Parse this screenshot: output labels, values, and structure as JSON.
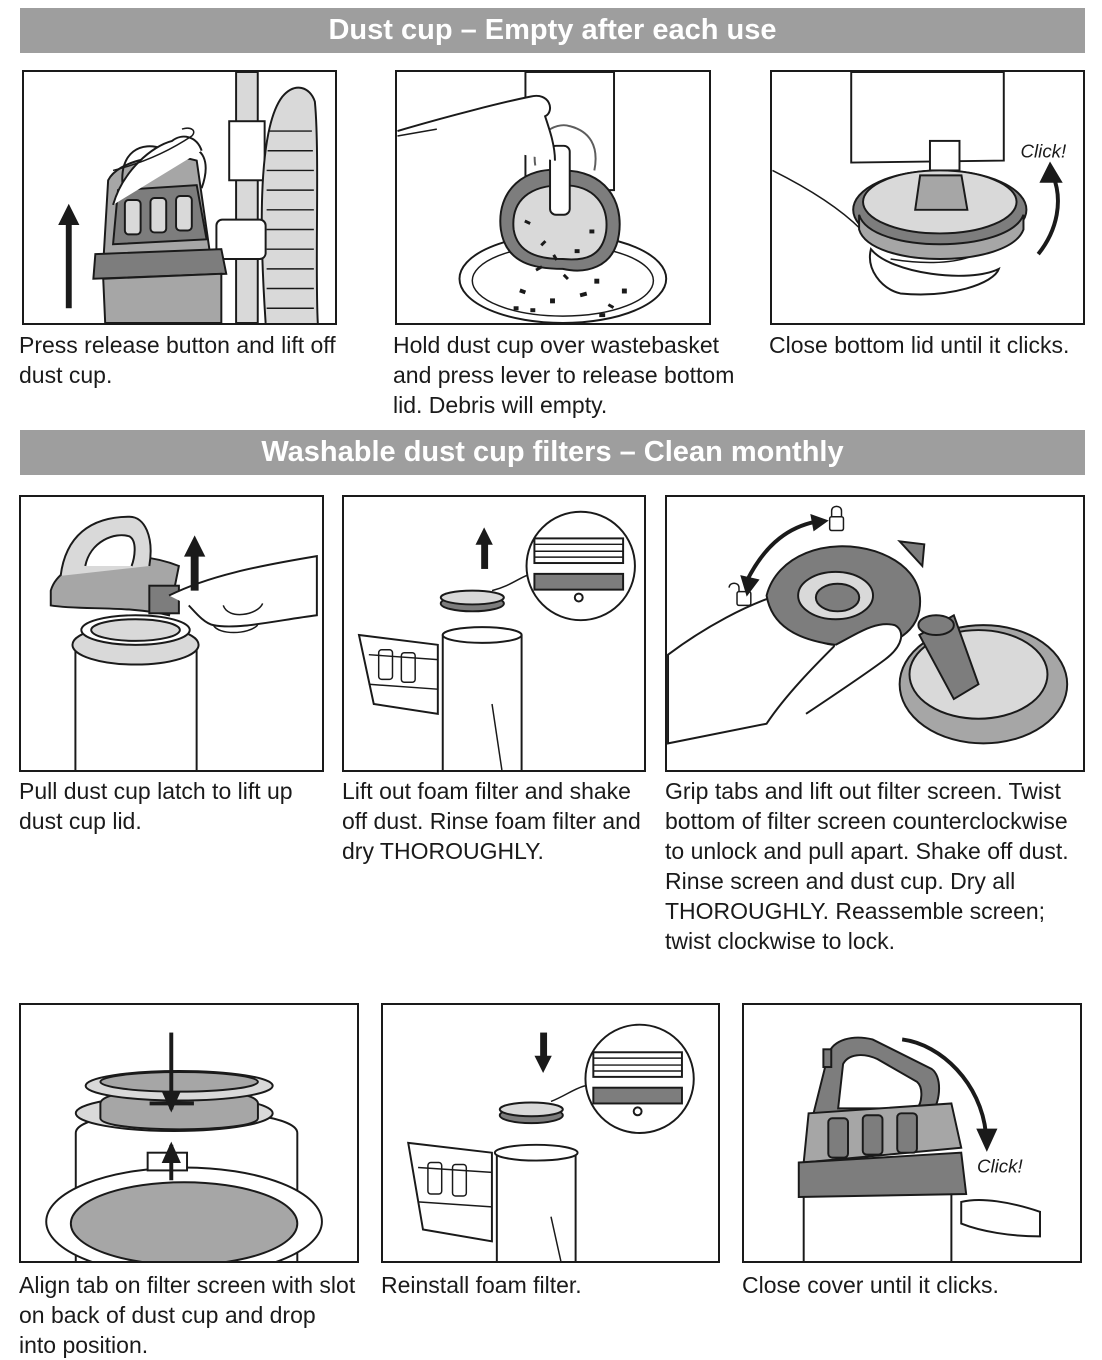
{
  "sections": {
    "dust_cup": {
      "title": "Dust cup – Empty after each use"
    },
    "filters": {
      "title": "Washable dust cup filters – Clean monthly"
    }
  },
  "steps": {
    "s1": {
      "caption": "Press release button and lift off dust cup."
    },
    "s2": {
      "caption": "Hold dust cup over wastebasket and press lever to release bottom lid. Debris will empty."
    },
    "s3": {
      "caption": "Close bottom lid until it clicks.",
      "click_label": "Click!"
    },
    "s4": {
      "caption": "Pull dust cup latch to lift up dust cup lid."
    },
    "s5": {
      "caption": "Lift out foam filter and shake off dust. Rinse foam filter and dry THOROUGHLY."
    },
    "s6": {
      "caption": "Grip tabs and lift out filter screen. Twist bottom of filter screen counterclockwise to unlock and pull apart. Shake off dust. Rinse screen and dust cup. Dry all THOROUGHLY. Reassemble screen; twist clockwise to lock."
    },
    "s7": {
      "caption": "Align tab on filter screen with slot on back of dust cup and drop into position."
    },
    "s8": {
      "caption": "Reinstall foam filter."
    },
    "s9": {
      "caption": "Close cover until it clicks.",
      "click_label": "Click!"
    }
  },
  "colors": {
    "banner": "#9e9e9e",
    "dark_gray": "#7d7d7d",
    "mid_gray": "#a6a6a6",
    "light_gray": "#d9d9d9",
    "ink": "#1a1a1a"
  },
  "icons": {
    "lock": "padlock-closed-icon",
    "unlock": "padlock-open-icon"
  }
}
